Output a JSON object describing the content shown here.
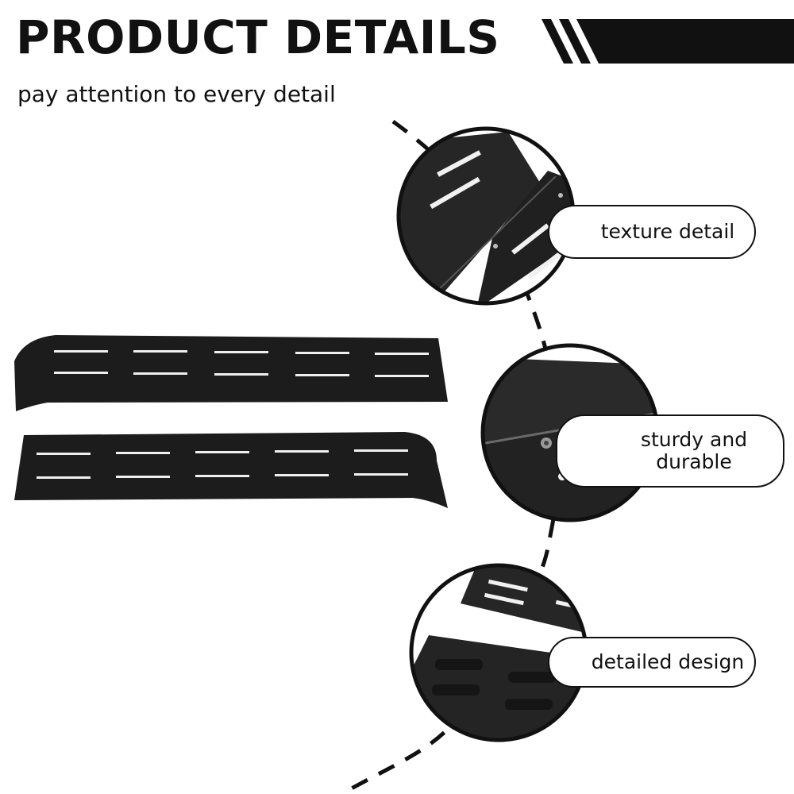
{
  "header": {
    "title": "PRODUCT DETAILS",
    "subtitle": "pay attention to every detail"
  },
  "callouts": [
    {
      "lines": [
        "texture detail"
      ]
    },
    {
      "lines": [
        "sturdy and",
        "durable"
      ]
    },
    {
      "lines": [
        "detailed design"
      ]
    }
  ],
  "colors": {
    "text": "#111111",
    "product": "#1c1c1c",
    "background": "#ffffff"
  }
}
